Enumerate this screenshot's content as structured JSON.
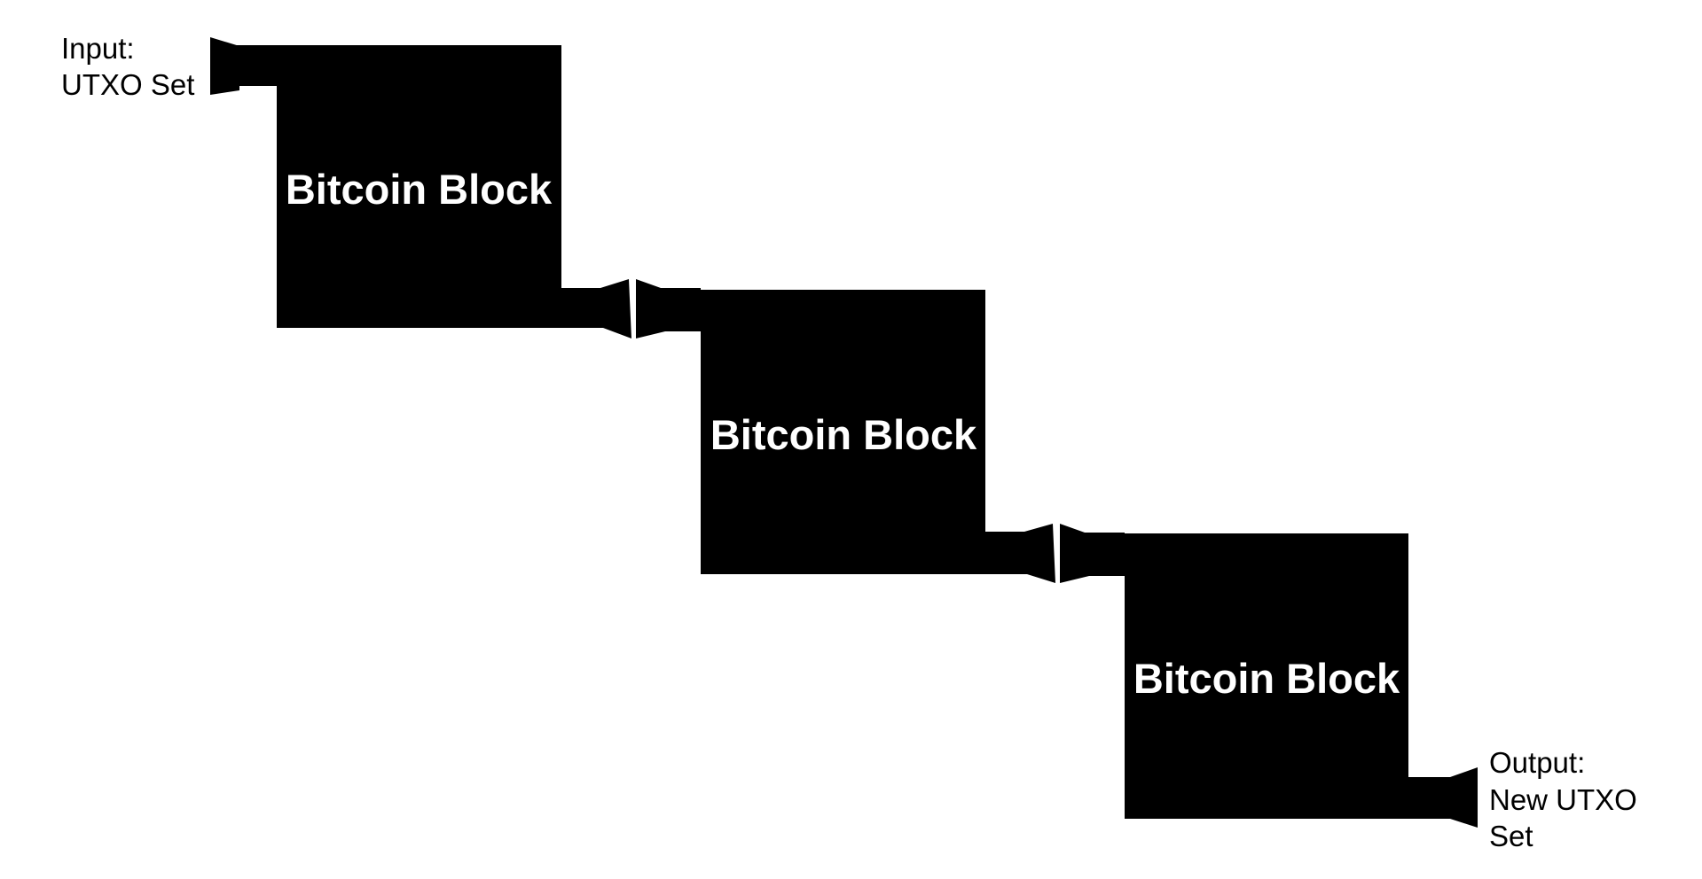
{
  "diagram": {
    "input_label": {
      "line1": "Input:",
      "line2": "UTXO Set"
    },
    "output_label": {
      "line1": "Output:",
      "line2": "New UTXO",
      "line3": "Set"
    },
    "blocks": [
      {
        "label": "Bitcoin Block"
      },
      {
        "label": "Bitcoin Block"
      },
      {
        "label": "Bitcoin Block"
      }
    ],
    "colors": {
      "shape": "#000000",
      "block_text": "#ffffff",
      "background": "#ffffff"
    }
  }
}
